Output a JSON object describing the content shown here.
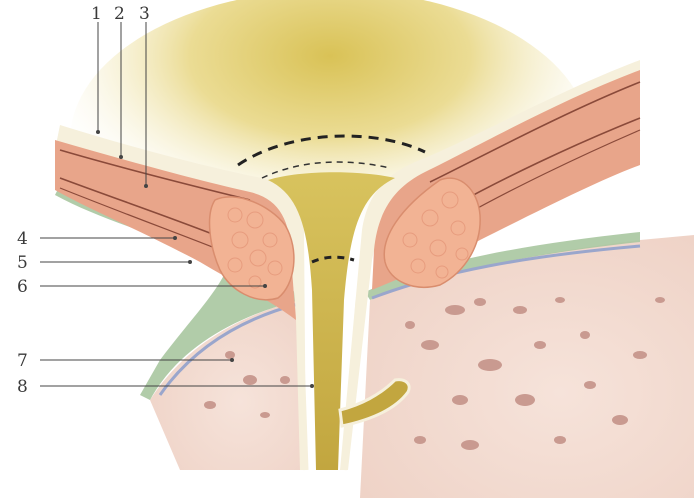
{
  "labels": {
    "n1": "1",
    "n2": "2",
    "n3": "3",
    "n4": "4",
    "n5": "5",
    "n6": "6",
    "n7": "7",
    "n8": "8"
  },
  "colors": {
    "background": "#ffffff",
    "central_glow": "#e8d98a",
    "canal_core": "#c8b24a",
    "muscle_layer": "#e8a58a",
    "muscle_stripe": "#8a4a3a",
    "outer_fascia": "#f4f0e0",
    "outer_border_green": "#a9c7a0",
    "gland_lobule": "#f2b394",
    "tissue_field": "#f3ddd4",
    "inner_membrane_blue": "#9aa6cc",
    "spots": "#c99a90"
  }
}
